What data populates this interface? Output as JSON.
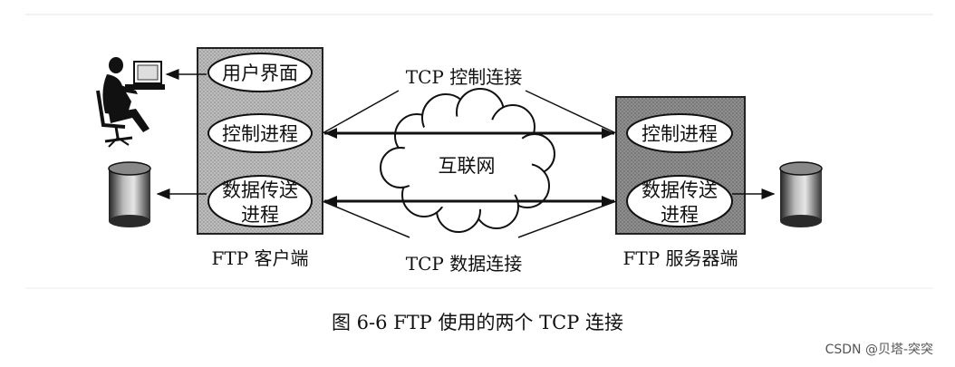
{
  "client": {
    "label": "FTP 客户端",
    "ui_process": "用户界面",
    "control_process": "控制进程",
    "data_process_line1": "数据传送",
    "data_process_line2": "进程"
  },
  "server": {
    "label": "FTP 服务器端",
    "control_process": "控制进程",
    "data_process_line1": "数据传送",
    "data_process_line2": "进程"
  },
  "network": {
    "cloud_label": "互联网",
    "control_connection_label": "TCP 控制连接",
    "data_connection_label": "TCP 数据连接"
  },
  "caption": "图 6-6   FTP 使用的两个 TCP 连接",
  "watermark": "CSDN @贝塔-突突"
}
